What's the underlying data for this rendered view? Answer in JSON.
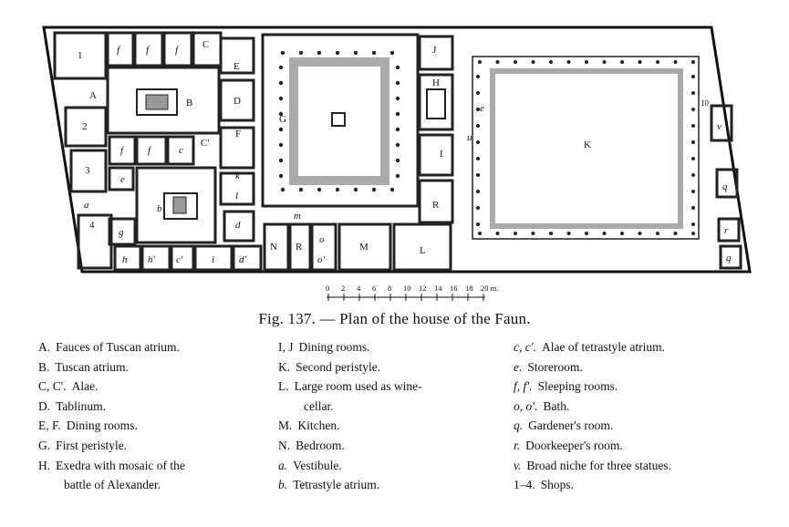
{
  "figure": {
    "caption": "Fig. 137. — Plan of the house of the Faun.",
    "scale_label": "20 m."
  },
  "plan_labels": {
    "fauces": "A",
    "tuscan_atrium": "B",
    "ala_c": "C",
    "ala_c_prime": "C'",
    "tablinum": "D",
    "dining_e": "E",
    "dining_f": "F",
    "first_peristyle": "G",
    "exedra": "H",
    "dining_i": "I",
    "dining_j": "J",
    "second_peristyle": "K",
    "wine_room": "L",
    "kitchen": "M",
    "bedroom_n": "N",
    "vestibule": "a",
    "tetrastyle_atrium": "b",
    "ala_c_small": "c",
    "ala_c_small_prime": "c'",
    "storeroom": "e",
    "sleeping_f": "f",
    "bath_o": "o",
    "bath_o_prime": "o'",
    "gardener": "q",
    "doorkeeper": "r",
    "niche": "v",
    "shop_1": "1",
    "shop_2": "2",
    "shop_3": "3",
    "shop_4": "4",
    "shop_h": "h",
    "shop_h_prime": "h'",
    "shop_i": "i",
    "shop_d": "d",
    "shop_d_prime": "d'",
    "room_g": "g",
    "room_k": "k",
    "room_l": "l",
    "room_m": "m",
    "room_R": "R",
    "room_e2": "e",
    "room_u": "u",
    "room_10": "10"
  },
  "scale_ticks": [
    "0",
    "2",
    "4",
    "6",
    "8",
    "10",
    "12",
    "14",
    "16",
    "18",
    "20 m."
  ],
  "legend": {
    "col1": [
      {
        "key": "A.",
        "text": "Fauces of Tuscan atrium."
      },
      {
        "key": "B.",
        "text": "Tuscan atrium."
      },
      {
        "key": "C, C'.",
        "text": "Alae."
      },
      {
        "key": "D.",
        "text": "Tablinum."
      },
      {
        "key": "E, F.",
        "text": "Dining rooms."
      },
      {
        "key": "G.",
        "text": "First peristyle."
      },
      {
        "key": "H.",
        "text": "Exedra with mosaic of the",
        "text2": "battle of Alexander."
      }
    ],
    "col2": [
      {
        "key": "I, J",
        "text": "Dining rooms."
      },
      {
        "key": "K.",
        "text": "Second peristyle."
      },
      {
        "key": "L.",
        "text": "Large room used as wine-",
        "text2": "cellar."
      },
      {
        "key": "M.",
        "text": "Kitchen."
      },
      {
        "key": "N.",
        "text": "Bedroom."
      },
      {
        "key": "a.",
        "text": "Vestibule."
      },
      {
        "key": "b.",
        "text": "Tetrastyle atrium."
      }
    ],
    "col3": [
      {
        "key": "c, c'.",
        "text": "Alae of tetrastyle atrium."
      },
      {
        "key": "e.",
        "text": "Storeroom."
      },
      {
        "key": "f, f'.",
        "text": "Sleeping rooms."
      },
      {
        "key": "o, o'.",
        "text": "Bath."
      },
      {
        "key": "q.",
        "text": "Gardener's room."
      },
      {
        "key": "r.",
        "text": "Doorkeeper's room."
      },
      {
        "key": "v.",
        "text": "Broad niche for three statues."
      },
      {
        "key": "1–4.",
        "text": "Shops."
      }
    ]
  }
}
